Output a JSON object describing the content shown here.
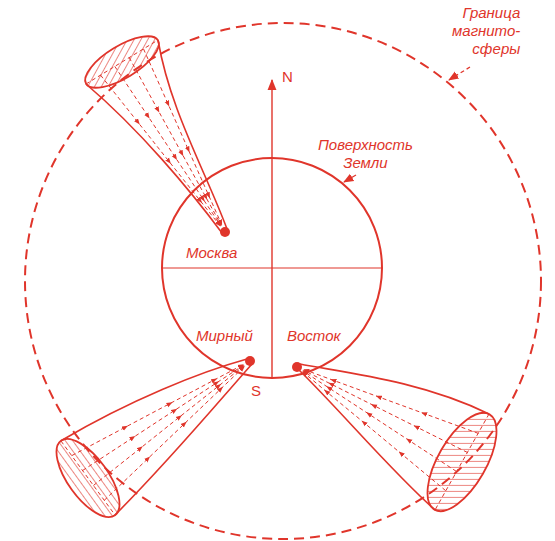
{
  "diagram": {
    "labels": [
      "Граница магнито- сферы",
      "N",
      "Поверхность Земли",
      "Москва",
      "Мирный",
      "Восток",
      "S"
    ]
  }
}
